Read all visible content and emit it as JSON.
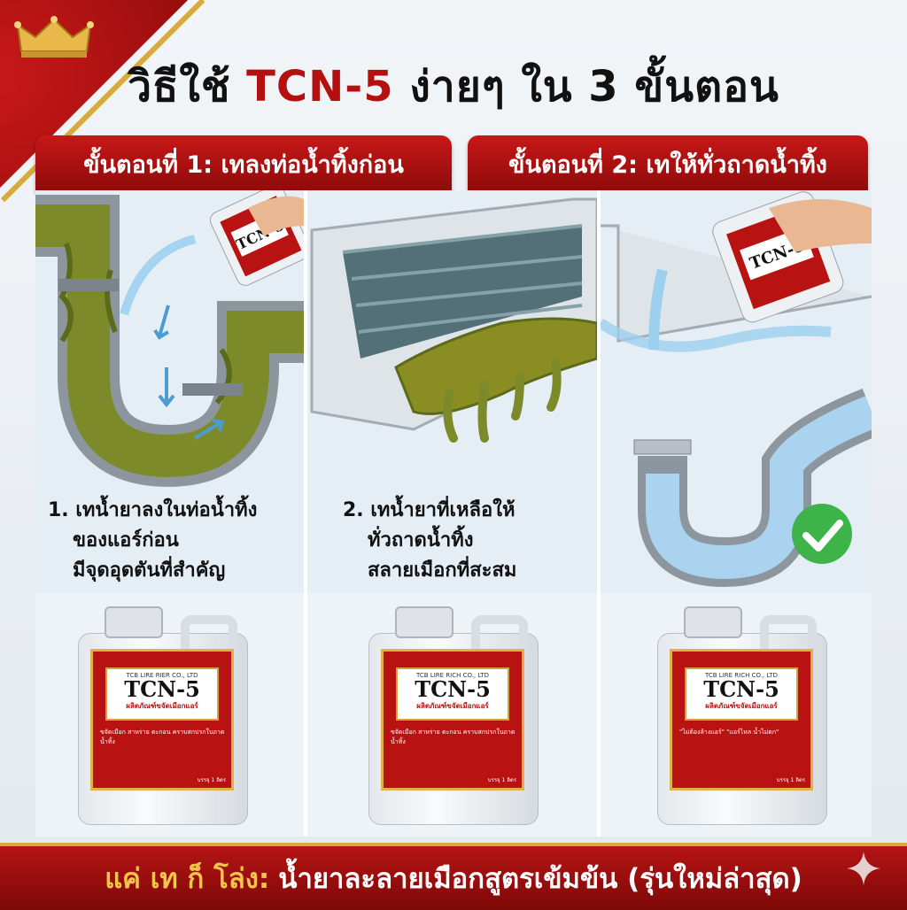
{
  "title": {
    "prefix": "วิธีใช้ ",
    "brand": "TCN-5",
    "suffix": " ง่ายๆ ใน 3 ขั้นตอน"
  },
  "steps": [
    {
      "label": "ขั้นตอนที่ 1: เทลงท่อน้ำทิ้งก่อน"
    },
    {
      "label": "ขั้นตอนที่ 2: เทให้ทั่วถาดน้ำทิ้ง"
    }
  ],
  "captions": [
    {
      "line1": "1. เทน้ำยาลงในท่อน้ำทิ้ง",
      "line2": "ของแอร์ก่อน",
      "line3": "มีจุดอุดตันที่สำคัญ"
    },
    {
      "line1": "2. เทน้ำยาที่เหลือให้",
      "line2": "ทั่วถาดน้ำทิ้ง",
      "line3": "สลายเมือกที่สะสม"
    }
  ],
  "bottles": [
    {
      "company": "TCB LIRE RIER CO., LTD",
      "brand": "TCN-5",
      "sub": "ผลิตภัณฑ์ขจัดเมือกแอร์",
      "desc": "ขจัดเมือก สาหร่าย ตะกอน คราบสกปรกในถาดน้ำทิ้ง",
      "vol": "บรรจุ 1 ลิตร"
    },
    {
      "company": "TCB LIRE RICH CO., LTD",
      "brand": "TCN-5",
      "sub": "ผลิตภัณฑ์ขจัดเมือกแอร์",
      "desc": "ขจัดเมือก สาหร่าย ตะกอน คราบสกปรกในถาดน้ำทิ้ง",
      "vol": "บรรจุ 1 ลิตร"
    },
    {
      "company": "TCB LIRE RICH CO., LTD",
      "brand": "TCN-5",
      "sub": "ผลิตภัณฑ์ขจัดเมือกแอร์",
      "desc": "\"ไม่ต้องล้างแอร์\" \"แอร์ไหล น้ำไม่ตก\"",
      "vol": "บรรจุ 1 ลิตร"
    }
  ],
  "banner": {
    "highlight": "แค่ เท ก็ โล่ง:",
    "text": "น้ำยาละลายเมือกสูตรเข้มข้น (รุ่นใหม่ล่าสุด)"
  },
  "colors": {
    "brand_red": "#b51010",
    "gold": "#d8aa3a",
    "slime": "#7d8a2a",
    "water": "#7fb6d9",
    "check": "#3db34a"
  }
}
